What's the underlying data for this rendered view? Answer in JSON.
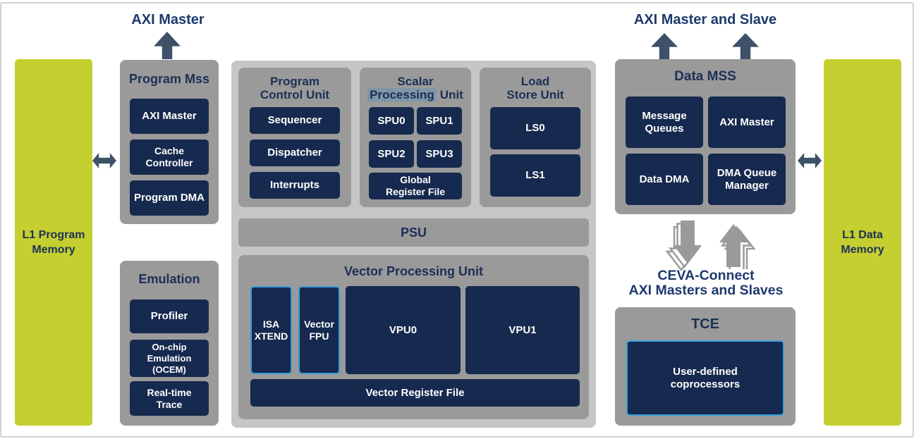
{
  "top_labels": {
    "left": "AXI Master",
    "right": "AXI Master and Slave"
  },
  "left_memory": {
    "label": "L1 Program Memory"
  },
  "right_memory": {
    "label": "L1 Data Memory"
  },
  "program_mss": {
    "title": "Program Mss",
    "items": [
      "AXI Master",
      "Cache Controller",
      "Program DMA"
    ]
  },
  "emulation": {
    "title": "Emulation",
    "items": [
      "Profiler",
      "On-chip Emulation (OCEM)",
      "Real-time Trace"
    ]
  },
  "core": {
    "pcu": {
      "title_line1": "Program",
      "title_line2": "Control Unit",
      "items": [
        "Sequencer",
        "Dispatcher",
        "Interrupts"
      ]
    },
    "spu": {
      "title_line1": "Scalar",
      "title_highlight": "Processing",
      "title_rest": "Unit",
      "units": [
        "SPU0",
        "SPU1",
        "SPU2",
        "SPU3"
      ],
      "register_file": "Global Register File"
    },
    "lsu": {
      "title_line1": "Load",
      "title_line2": "Store Unit",
      "items": [
        "LS0",
        "LS1"
      ]
    },
    "psu": {
      "label": "PSU"
    },
    "vpu": {
      "title": "Vector Processing Unit",
      "blocks": [
        "ISA XTEND",
        "Vector FPU",
        "VPU0",
        "VPU1"
      ],
      "register_file": "Vector Register File"
    }
  },
  "data_mss": {
    "title": "Data MSS",
    "items": [
      "Message Queues",
      "AXI Master",
      "Data DMA",
      "DMA Queue Manager"
    ]
  },
  "ceva_connect": {
    "line1": "CEVA-Connect",
    "line2": "AXI Masters and Slaves"
  },
  "tce": {
    "title": "TCE",
    "item": "User-defined coprocessors"
  },
  "colors": {
    "yellow": "#c5cf30",
    "panel_gray": "#9a9a9a",
    "container_gray": "#c6c6c6",
    "navy": "#16294e",
    "title_navy": "#1c2f55",
    "label_blue": "#1d3a6c",
    "arrow_slate": "#3d5168",
    "accent_blue": "#389fda",
    "highlight_blue_gray": "#7e96a9",
    "frame_gray": "#d2d2d2"
  }
}
